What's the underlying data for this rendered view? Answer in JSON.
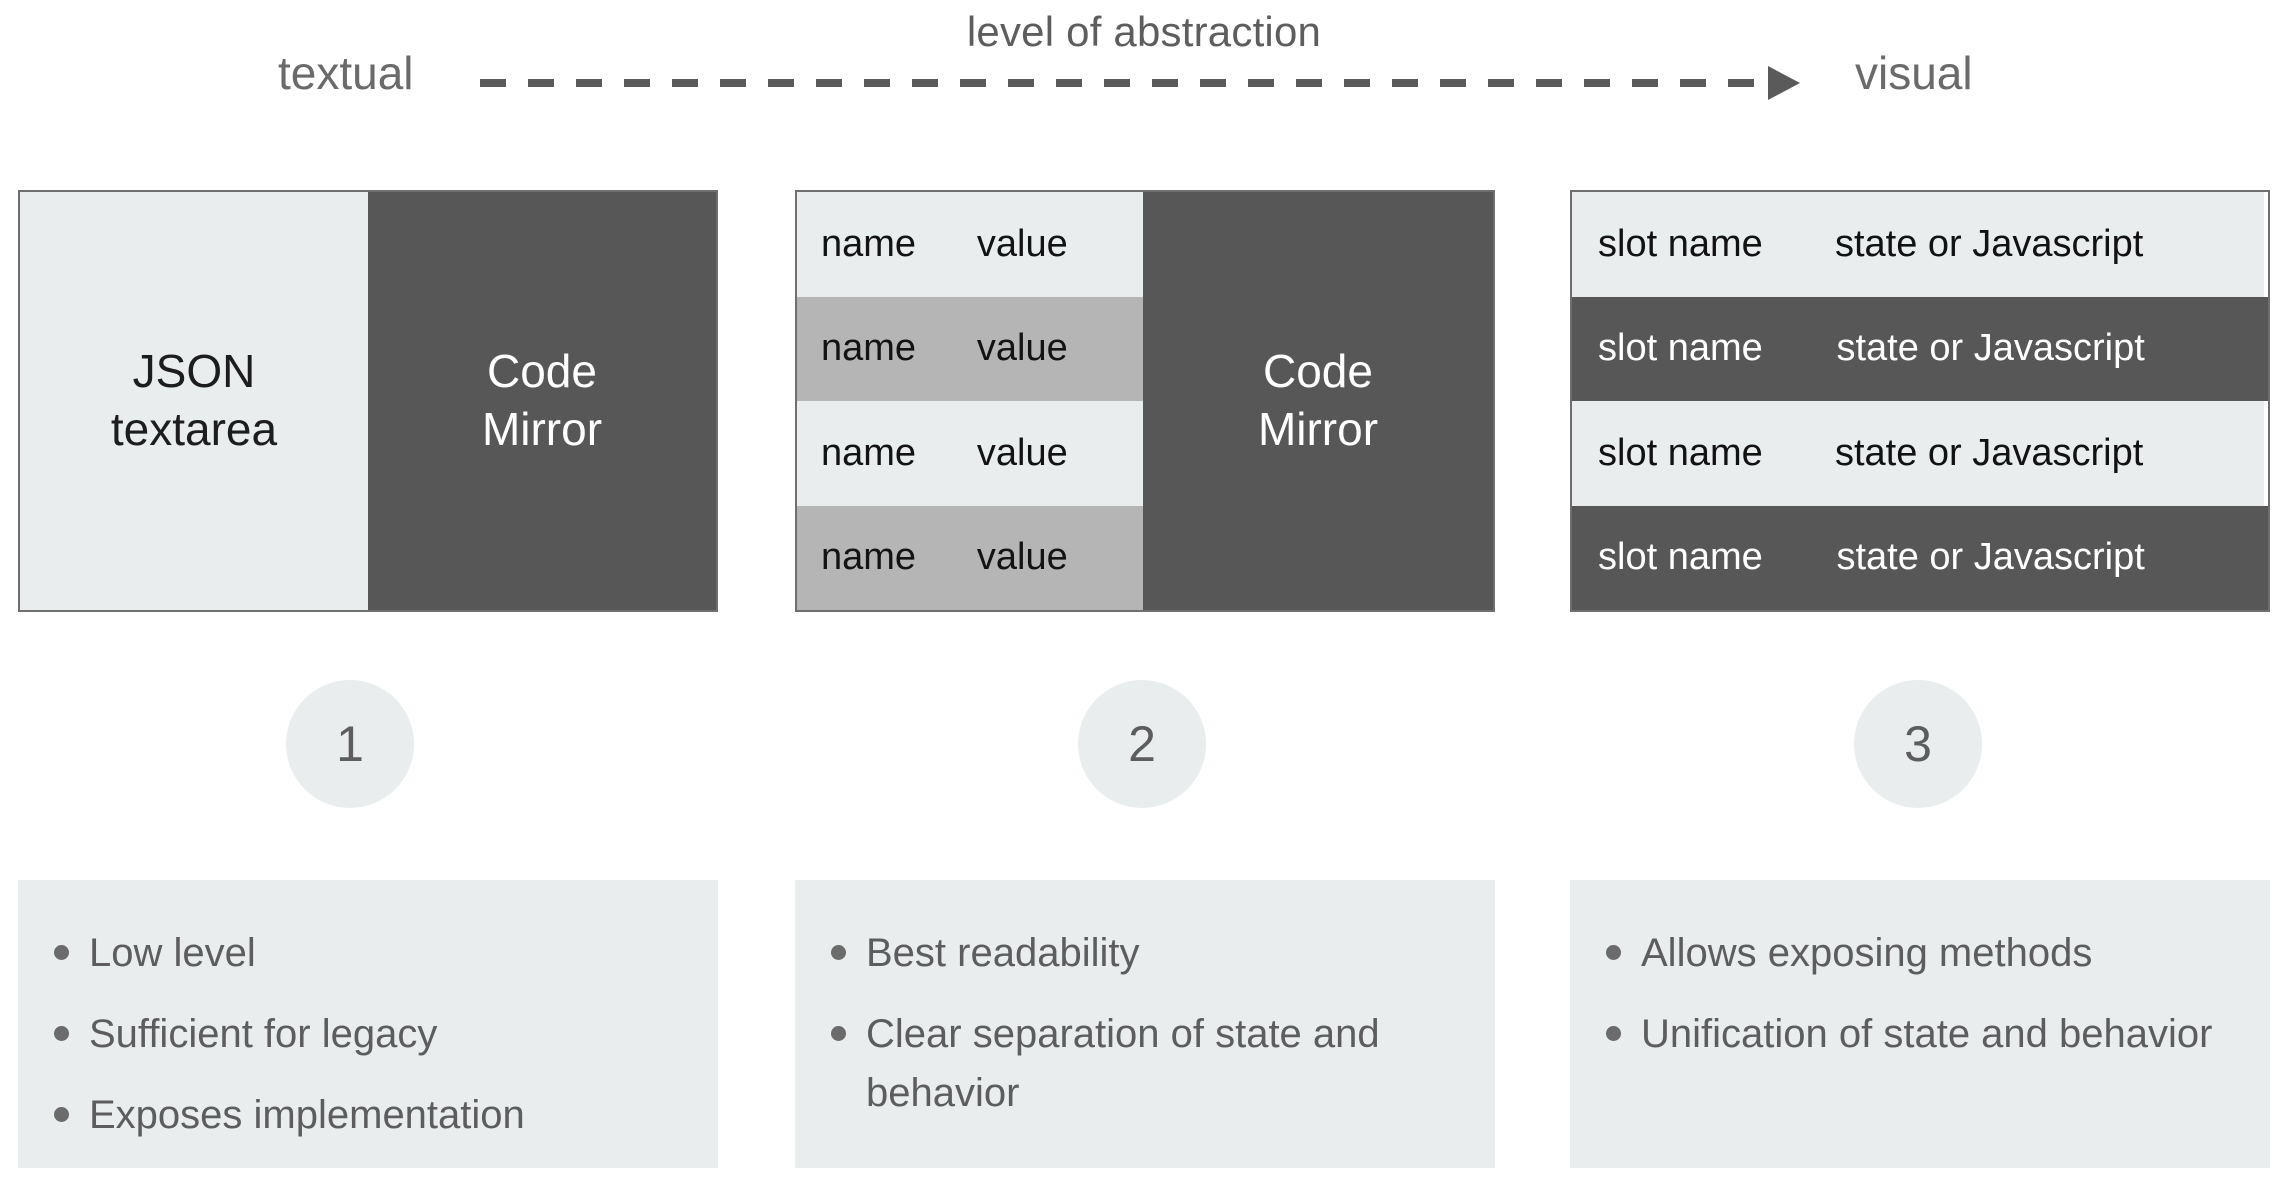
{
  "axis": {
    "caption": "level of abstraction",
    "left_label": "textual",
    "right_label": "visual",
    "arrow_icon": "dashed-arrow-right-icon"
  },
  "colors": {
    "dark": "#575757",
    "light": "#e9edee",
    "gray": "#b5b5b5",
    "text": "#5d5d5d",
    "border": "#6f6f6f",
    "page_background": "#ffffff"
  },
  "panels": [
    {
      "id": 1,
      "type": "split",
      "left_label": "JSON\ntextarea",
      "left_line_1": "JSON",
      "left_line_2": "textarea",
      "right_line_1": "Code",
      "right_line_2": "Mirror"
    },
    {
      "id": 2,
      "type": "table-split",
      "columns": [
        "name",
        "value"
      ],
      "rows": [
        {
          "name": "name",
          "value": "value",
          "band": "light"
        },
        {
          "name": "name",
          "value": "value",
          "band": "gray"
        },
        {
          "name": "name",
          "value": "value",
          "band": "light"
        },
        {
          "name": "name",
          "value": "value",
          "band": "gray"
        }
      ],
      "right_line_1": "Code",
      "right_line_2": "Mirror"
    },
    {
      "id": 3,
      "type": "table",
      "columns": [
        "slot name",
        "state or Javascript"
      ],
      "rows": [
        {
          "name": "slot name",
          "value": "state or Javascript",
          "band": "light"
        },
        {
          "name": "slot name",
          "value": "state or Javascript",
          "band": "dark"
        },
        {
          "name": "slot name",
          "value": "state or Javascript",
          "band": "light"
        },
        {
          "name": "slot name",
          "value": "state or Javascript",
          "band": "dark"
        }
      ]
    }
  ],
  "circles": [
    {
      "number": "1"
    },
    {
      "number": "2"
    },
    {
      "number": "3"
    }
  ],
  "cards": [
    {
      "id": 1,
      "bullets": [
        "Low level",
        "Sufficient for legacy",
        "Exposes implementation"
      ]
    },
    {
      "id": 2,
      "bullets": [
        "Best readability",
        "Clear separation of state and behavior"
      ]
    },
    {
      "id": 3,
      "bullets": [
        "Allows exposing methods",
        "Unification of state and behavior"
      ]
    }
  ]
}
